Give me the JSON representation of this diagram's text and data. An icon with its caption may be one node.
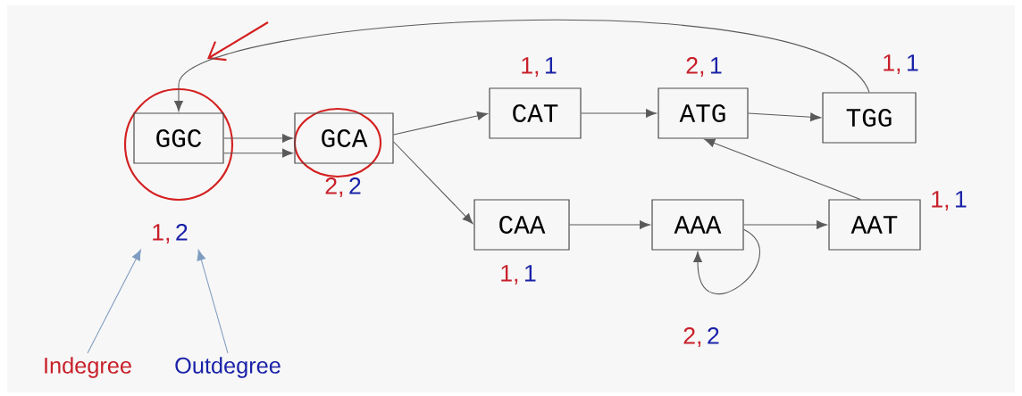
{
  "diagram": {
    "nodes": [
      {
        "text": [
          "GGC"
        ]
      },
      {
        "text": [
          "GCA"
        ],
        "beside": [
          "2,",
          "2"
        ]
      },
      {
        "text": [
          "CAT"
        ],
        "beside": [
          "1,",
          "1"
        ]
      },
      {
        "text": [
          "ATG"
        ],
        "beside": [
          "2,",
          "1"
        ]
      },
      {
        "text": [
          "TGG"
        ],
        "beside": [
          "1,",
          "1"
        ]
      },
      {
        "text": [
          "CAA"
        ],
        "beside": [
          "1,",
          "1"
        ]
      },
      {
        "text": [
          "AAA"
        ],
        "beside": [
          "2,",
          "2"
        ]
      },
      {
        "text": [
          "AAT"
        ],
        "beside": [
          "1,",
          "1"
        ]
      },
      {
        "text": [
          "1,",
          "2"
        ]
      },
      {
        "text": [
          "Indegree"
        ]
      },
      {
        "text": [
          "Outdegree"
        ]
      }
    ],
    "edges": [
      {
        "from": 0,
        "to": 1,
        "arrow": "to"
      },
      {
        "from": 0,
        "to": 1,
        "arrow": "to"
      },
      {
        "from": 1,
        "to": 2,
        "arrow": "to"
      },
      {
        "from": 1,
        "to": 5,
        "arrow": "to"
      },
      {
        "from": 2,
        "to": 3,
        "arrow": "to"
      },
      {
        "from": 3,
        "to": 4,
        "arrow": "to"
      },
      {
        "from": 4,
        "to": 0,
        "arrow": "to"
      },
      {
        "from": 5,
        "to": 6,
        "arrow": "to"
      },
      {
        "from": 6,
        "to": 7,
        "arrow": "to"
      },
      {
        "from": 6,
        "to": 6,
        "arrow": "to"
      },
      {
        "from": 7,
        "to": 3,
        "arrow": "to"
      },
      {
        "from": 9,
        "to": 8,
        "arrow": "to",
        "color": "#7f9cc0"
      },
      {
        "from": 10,
        "to": 8,
        "arrow": "to",
        "color": "#7f9cc0"
      }
    ]
  }
}
